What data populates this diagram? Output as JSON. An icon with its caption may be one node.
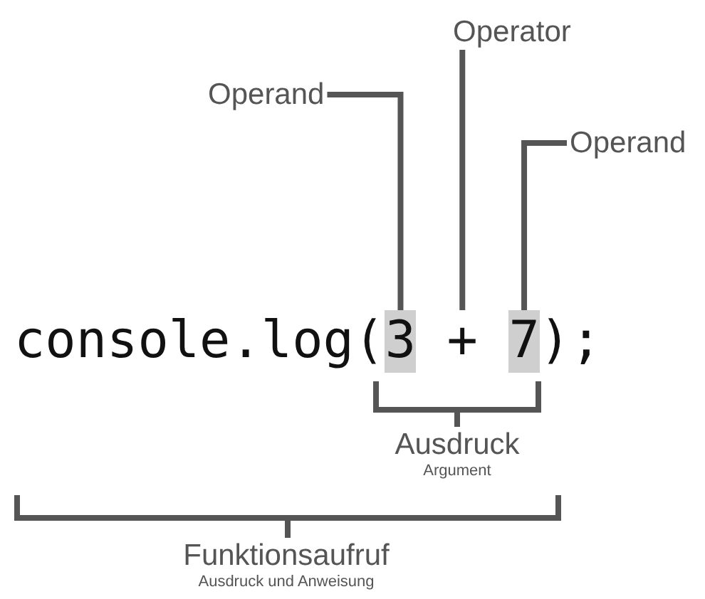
{
  "diagram": {
    "nodes": [
      {
        "text": [
          "Operand"
        ]
      },
      {
        "text": [
          "Operator"
        ]
      },
      {
        "text": [
          "Operand"
        ]
      },
      {
        "text": [
          "3"
        ]
      },
      {
        "text": [
          "+"
        ]
      },
      {
        "text": [
          "7"
        ]
      }
    ],
    "edges": [
      {
        "from": 0,
        "to": 3,
        "arrow": "none"
      },
      {
        "from": 1,
        "to": 4,
        "arrow": "none"
      },
      {
        "from": 2,
        "to": 5,
        "arrow": "none"
      }
    ],
    "labels": [
      "console.log(",
      ");",
      "Ausdruck",
      "Argument",
      "Funktionsaufruf",
      "Ausdruck und Anweisung"
    ]
  }
}
